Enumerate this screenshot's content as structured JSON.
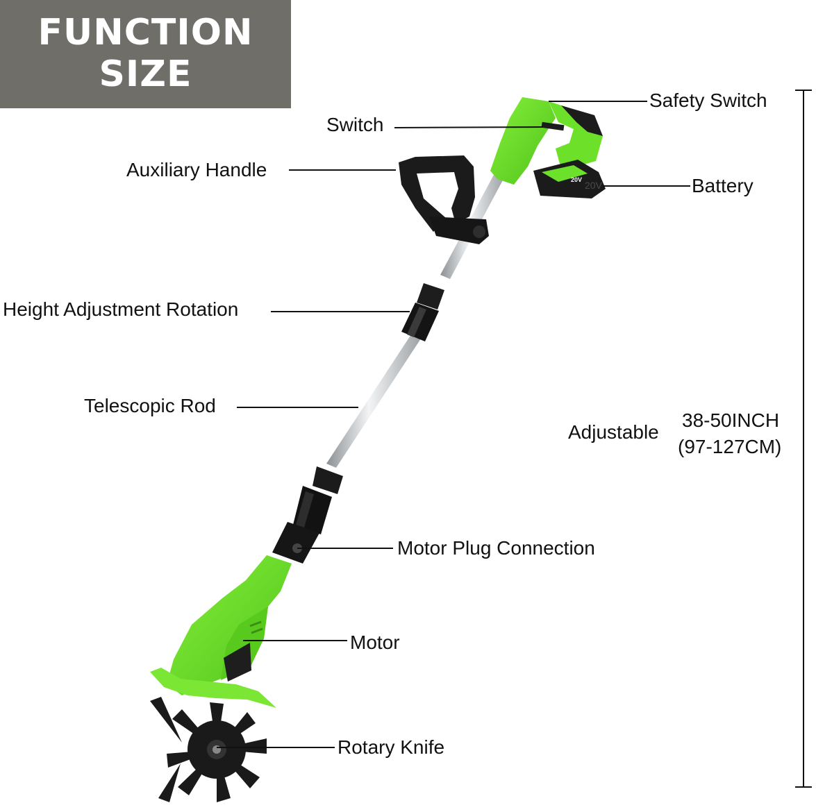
{
  "banner": {
    "line1": "FUNCTION",
    "line2": "SIZE",
    "background": "#6f6e69"
  },
  "labels": {
    "safety_switch": "Safety Switch",
    "switch": "Switch",
    "auxiliary_handle": "Auxiliary Handle",
    "battery": "Battery",
    "battery_tag": "20V",
    "height_adjustment": "Height Adjustment Rotation",
    "telescopic_rod": "Telescopic Rod",
    "motor_plug": "Motor Plug Connection",
    "motor": "Motor",
    "rotary_knife": "Rotary Knife"
  },
  "dimension": {
    "label": "Adjustable",
    "range_imperial": "38-50INCH",
    "range_metric": "(97-127CM)"
  },
  "colors": {
    "body_green": "#6fe22a",
    "dark_green": "#4db317",
    "black": "#1a1a1a",
    "rod_silver": "#cfd2d4"
  }
}
